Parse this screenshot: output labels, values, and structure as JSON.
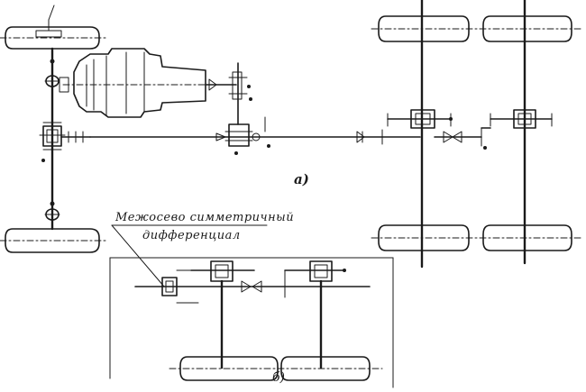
{
  "diagram": {
    "annotation": {
      "line_1": "Межосево симметричный",
      "line_2": "дифференциал"
    },
    "part_labels": {
      "a": "а)",
      "b": "б)"
    },
    "colors": {
      "ink": "#1a1a1a",
      "paper": "#ffffff"
    }
  }
}
